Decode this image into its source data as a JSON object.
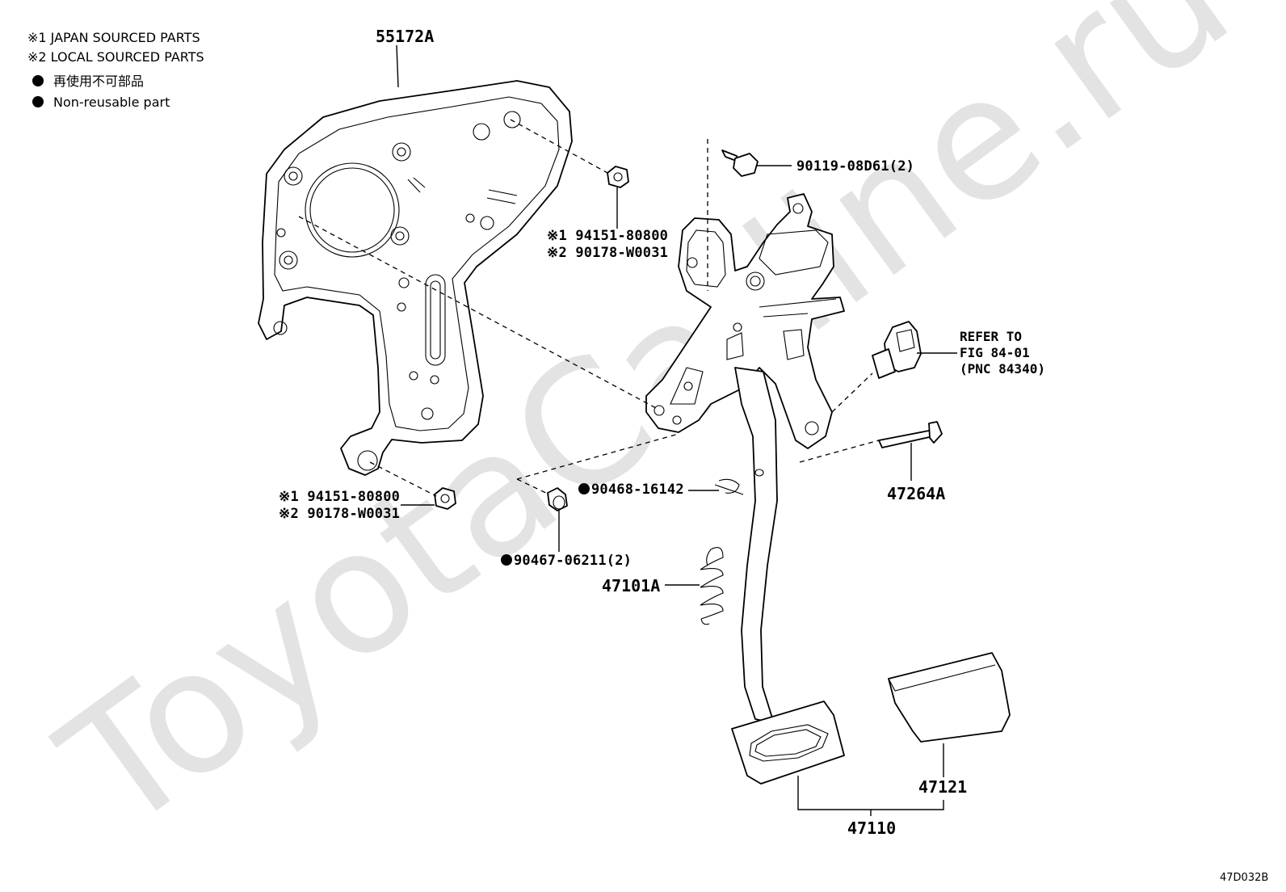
{
  "legend": {
    "note1": "※1 JAPAN SOURCED PARTS",
    "note2": "※2 LOCAL SOURCED PARTS",
    "non_reusable_jp": "再使用不可部品",
    "non_reusable_en": "Non-reusable part"
  },
  "watermark": "ToyotaCarline.ru",
  "parts": {
    "bracket": "55172A",
    "bolt": "90119-08D61(2)",
    "nut_top_1": "※1 94151-80800",
    "nut_top_2": "※2 90178-W0031",
    "nut_bottom_1": "※1 94151-80800",
    "nut_bottom_2": "※2 90178-W0031",
    "clip": "90468-16142",
    "bushing": "90467-06211(2)",
    "spring": "47101A",
    "pin": "47264A",
    "pad": "47121",
    "pedal_assy": "47110"
  },
  "refer": {
    "line1": "REFER TO",
    "line2": "FIG 84-01",
    "line3": "(PNC 84340)"
  },
  "figure_code": "47D032B"
}
